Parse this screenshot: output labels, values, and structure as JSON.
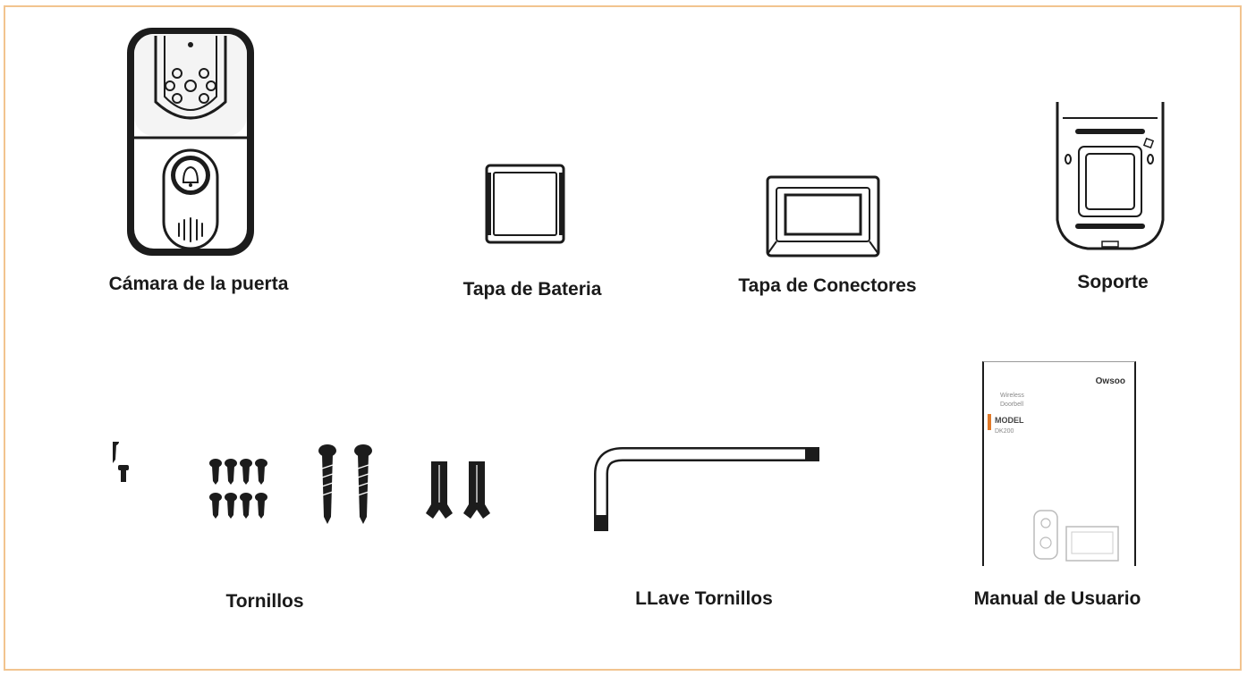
{
  "items": [
    {
      "label": "Cámara de la puerta",
      "icon": "doorbell-camera-icon"
    },
    {
      "label": "Tapa de Bateria",
      "icon": "battery-cover-icon"
    },
    {
      "label": "Tapa de Conectores",
      "icon": "connector-cover-icon"
    },
    {
      "label": "Soporte",
      "icon": "bracket-icon"
    },
    {
      "label": "Tornillos",
      "icon": "screws-icon"
    },
    {
      "label": "LLave Tornillos",
      "icon": "hex-key-icon"
    },
    {
      "label": "Manual de Usuario",
      "icon": "user-manual-icon"
    }
  ],
  "manual_cover": {
    "brand": "Owsoo",
    "line1": "Wireless",
    "line2": "Doorbell",
    "model_label": "MODEL",
    "model_number": "DK200"
  },
  "colors": {
    "border": "#f2c48f",
    "ink": "#1a1a1a",
    "accent": "#e07a2a"
  }
}
